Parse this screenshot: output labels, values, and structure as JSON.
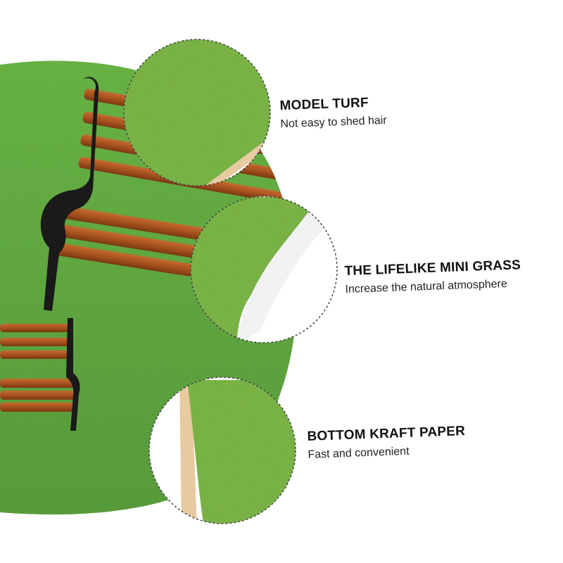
{
  "features": [
    {
      "title": "MODEL TURF",
      "subtitle": "Not easy to shed hair"
    },
    {
      "title": "THE LIFELIKE MINI GRASS",
      "subtitle": "Increase the natural atmosphere"
    },
    {
      "title": "BOTTOM KRAFT PAPER",
      "subtitle": "Fast and convenient"
    }
  ],
  "colors": {
    "grass": "#4e9a2c",
    "turf": "#6aa835",
    "bench_slat": "#a8521f",
    "bench_frame": "#1a1a1a",
    "kraft_paper": "#e8caa0"
  }
}
